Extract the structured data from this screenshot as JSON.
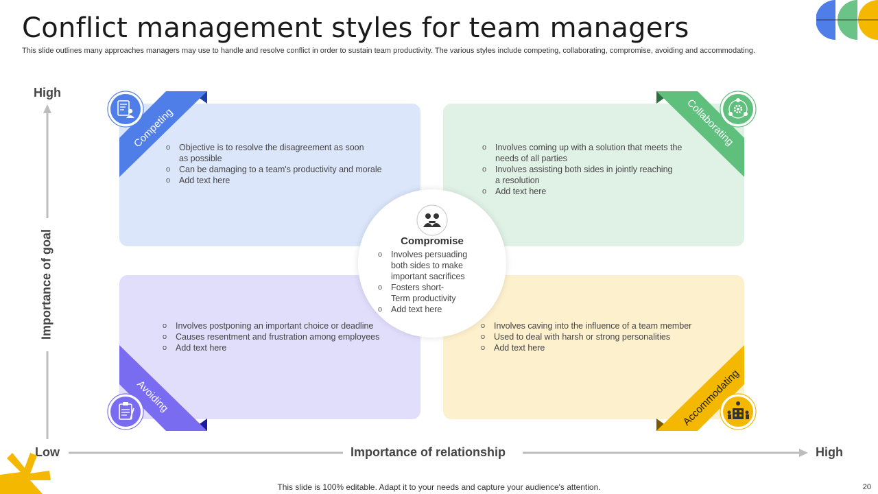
{
  "title": "Conflict management styles for team managers",
  "subtitle": "This slide outlines many approaches managers may use to handle and resolve conflict in order to sustain team productivity. The various styles include competing, collaborating, compromise, avoiding and accommodating.",
  "axes": {
    "y_title": "Importance of goal",
    "y_high": "High",
    "x_title": "Importance of relationship",
    "x_low": "Low",
    "x_high": "High"
  },
  "quadrants": {
    "competing": {
      "label": "Competing",
      "color": "#4f7ee8",
      "icon": "report-person-icon",
      "points": [
        "Objective is to resolve the disagreement as soon",
        "as possible",
        "Can be damaging to a team's productivity and morale",
        "Add text here"
      ]
    },
    "collaborating": {
      "label": "Collaborating",
      "color": "#5fbf7c",
      "icon": "team-gear-icon",
      "points": [
        "Involves coming up with a solution that meets the",
        "needs of all parties",
        "Involves assisting both sides in jointly reaching",
        "a resolution",
        "Add text here"
      ]
    },
    "avoiding": {
      "label": "Avoiding",
      "color": "#7a6cf0",
      "icon": "clipboard-icon",
      "points": [
        "Involves postponing an important choice or deadline",
        "Causes resentment and frustration among employees",
        "Add text here"
      ]
    },
    "accommodating": {
      "label": "Accommodating",
      "color": "#f5b800",
      "icon": "organization-icon",
      "points": [
        "Involves caving into the influence of a team member",
        "Used to deal with harsh or strong personalities",
        "Add text here"
      ]
    }
  },
  "compromise": {
    "title": "Compromise",
    "icon": "handshake-people-icon",
    "points": [
      "Involves persuading",
      "both sides to make",
      "important sacrifices",
      "Fosters short-",
      "Term productivity",
      "Add text here"
    ]
  },
  "footer": "This slide is 100% editable. Adapt it to your needs and capture your audience's attention.",
  "page_number": "20"
}
